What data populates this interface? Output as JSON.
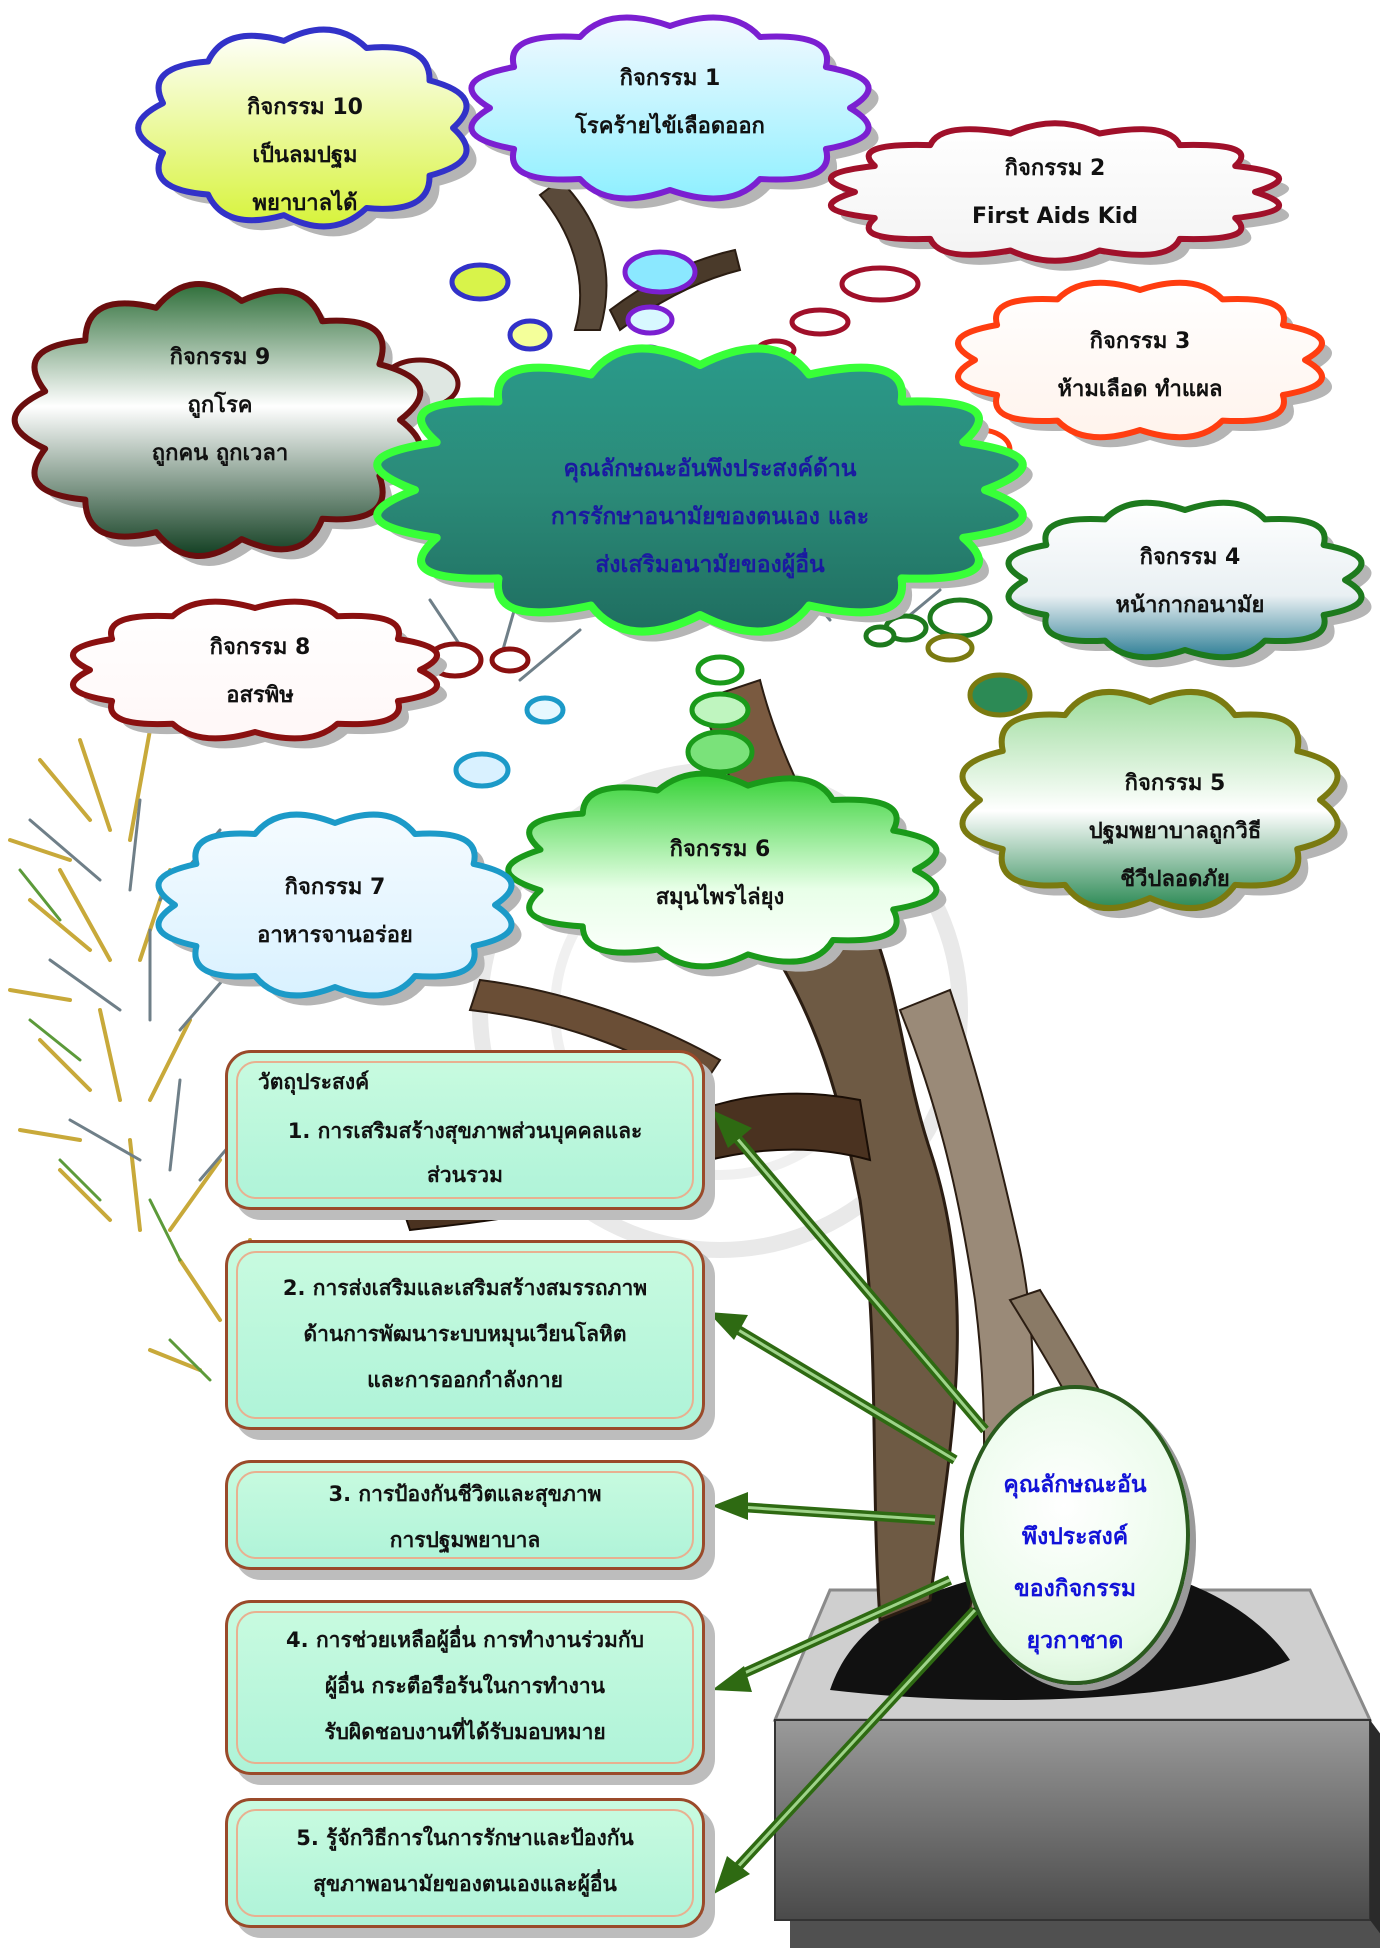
{
  "center": {
    "lines": [
      "คุณลักษณะอันพึงประสงค์ด้าน",
      "การรักษาอนามัยของตนเอง และ",
      "ส่งเสริมอนามัยของผู้อื่น"
    ]
  },
  "activities": [
    {
      "title": "กิจกรรม 1",
      "lines": [
        "โรคร้ายไข้เลือดออก"
      ]
    },
    {
      "title": "กิจกรรม 2",
      "lines": [
        "First Aids Kid"
      ]
    },
    {
      "title": "กิจกรรม 3",
      "lines": [
        "ห้ามเลือด ทำแผล"
      ]
    },
    {
      "title": "กิจกรรม 4",
      "lines": [
        "หน้ากากอนามัย"
      ]
    },
    {
      "title": "กิจกรรม 5",
      "lines": [
        "ปฐมพยาบาลถูกวิธี",
        "ชีวีปลอดภัย"
      ]
    },
    {
      "title": "กิจกรรม 6",
      "lines": [
        "สมุนไพรไล่ยุง"
      ]
    },
    {
      "title": "กิจกรรม 7",
      "lines": [
        "อาหารจานอร่อย"
      ]
    },
    {
      "title": "กิจกรรม 8",
      "lines": [
        "อสรพิษ"
      ]
    },
    {
      "title": "กิจกรรม 9",
      "lines": [
        "ถูกโรค",
        "ถูกคน ถูกเวลา"
      ]
    },
    {
      "title": "กิจกรรม 10",
      "lines": [
        "เป็นลมปฐม",
        "พยาบาลได้"
      ]
    }
  ],
  "objectives": {
    "heading": "วัตถุประสงค์",
    "items": [
      {
        "lines": [
          "1. การเสริมสร้างสุขภาพส่วนบุคคลและ",
          "ส่วนรวม"
        ]
      },
      {
        "lines": [
          "2. การส่งเสริมและเสริมสร้างสมรรถภาพ",
          "ด้านการพัฒนาระบบหมุนเวียนโลหิต",
          "และการออกกำลังกาย"
        ]
      },
      {
        "lines": [
          "3. การป้องกันชีวิตและสุขภาพ",
          "การปฐมพยาบาล"
        ]
      },
      {
        "lines": [
          "4. การช่วยเหลือผู้อื่น การทำงานร่วมกับ",
          "ผู้อื่น กระตือรือร้นในการทำงาน",
          "รับผิดชอบงานที่ได้รับมอบหมาย"
        ]
      },
      {
        "lines": [
          "5. รู้จักวิธีการในการรักษาและป้องกัน",
          "สุขภาพอนามัยของตนเองและผู้อื่น"
        ]
      }
    ]
  },
  "goal": {
    "lines": [
      "คุณลักษณะอัน",
      "พึงประสงค์",
      "ของกิจกรรม",
      "ยุวกาชาด"
    ]
  },
  "colors": {
    "c1": "#7b1fd1",
    "c2": "#a0102a",
    "c3": "#ff3d10",
    "c4": "#1d7a1d",
    "c5": "#7a7a10",
    "c6": "#1a9a1a",
    "c7": "#1c9ac8",
    "c8": "#8a1010",
    "c9": "#6a0e0e",
    "c10": "#3232c8",
    "center_border": "#38ff38",
    "arrow": "#2e6a12"
  }
}
